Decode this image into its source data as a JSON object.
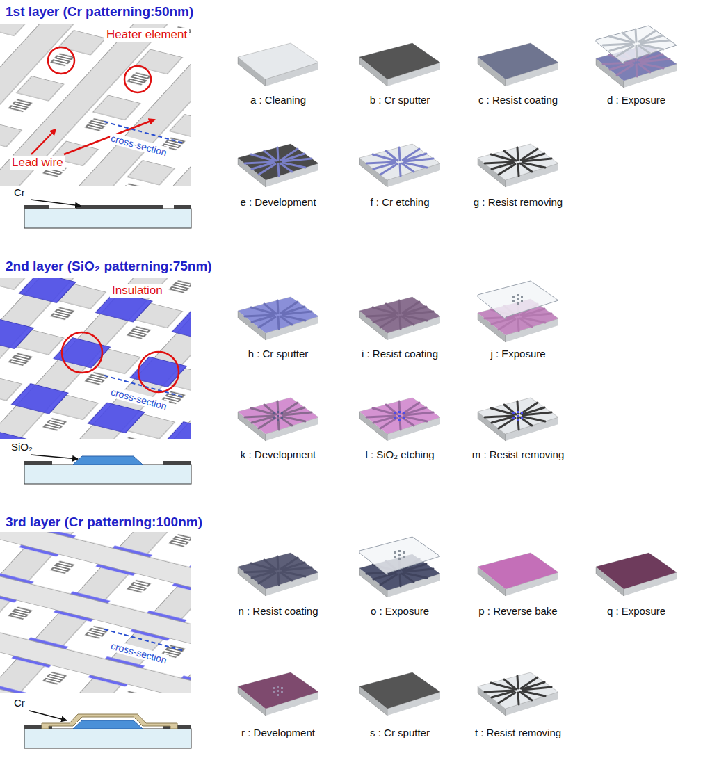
{
  "diagram": {
    "labels": [
      "1st layer (Cr patterning:50nm)",
      "Heater element",
      "Lead wire",
      "cross-section",
      "Cr",
      "a : Cleaning",
      "b : Cr sputter",
      "c : Resist coating",
      "d : Exposure",
      "e : Development",
      "f : Cr etching",
      "g : Resist removing",
      "2nd layer (SiO₂ patterning:75nm)",
      "Insulation",
      "cross-section",
      "SiO₂",
      "h : Cr sputter",
      "i : Resist coating",
      "j : Exposure",
      "k : Development",
      "l : SiO₂ etching",
      "m : Resist removing",
      "3rd layer (Cr patterning:100nm)",
      "cross-section",
      "Cr",
      "n : Resist coating",
      "o : Exposure",
      "p : Reverse bake",
      "q : Exposure",
      "r : Development",
      "s : Cr sputter",
      "t : Resist removing"
    ]
  }
}
